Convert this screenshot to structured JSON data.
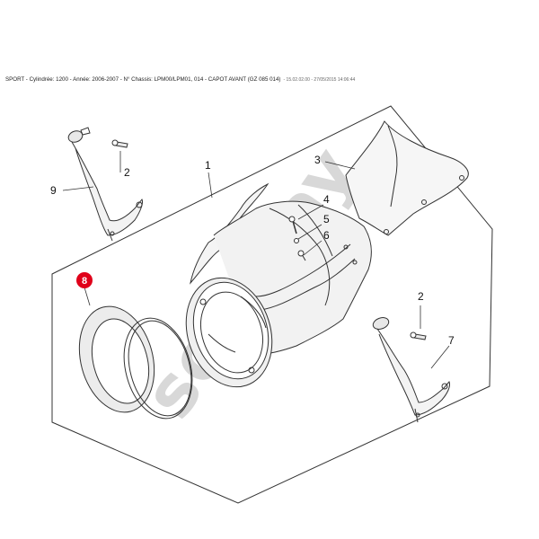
{
  "header": {
    "title": "SPORT - Cylindrée: 1200 - Année: 2006-2007 - N° Chassis: LPM00/LPM01, 014 - CAPOT AVANT (GZ 085 014)",
    "meta": "- 15.02.02.00 - 27/05/2015 14:06:44"
  },
  "watermark": "softway",
  "callouts": {
    "c1": "1",
    "c2a": "2",
    "c2b": "2",
    "c3": "3",
    "c4": "4",
    "c5": "5",
    "c6": "6",
    "c7": "7",
    "c8": "8",
    "c9": "9"
  },
  "colors": {
    "line": "#333333",
    "highlight": "#e0001a",
    "watermark": "#d8d8d8"
  }
}
